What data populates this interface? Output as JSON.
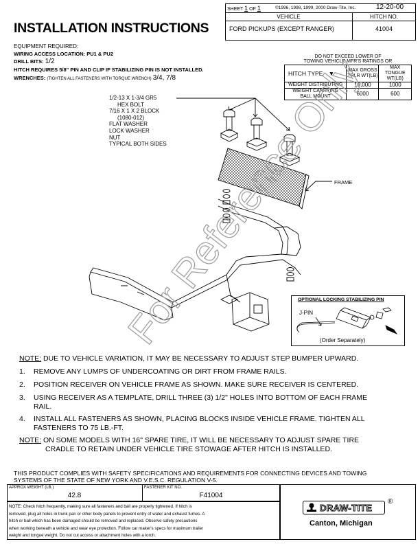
{
  "header": {
    "sheet_label": "SHEET",
    "sheet_num": "1",
    "of_label": "OF",
    "sheet_total": "1",
    "copyright": "©1996, 1998, 1999, 2000 Draw-Tite, Inc.",
    "date": "12-20-00",
    "title": "INSTALLATION INSTRUCTIONS",
    "vehicle_label": "VEHICLE",
    "vehicle_value": "FORD PICKUPS (EXCEPT RANGER)",
    "hitch_no_label": "HITCH NO.",
    "hitch_no_value": "41004"
  },
  "equipment": {
    "heading": "EQUIPMENT REQUIRED:",
    "wiring": "WIRING ACCESS LOCATION: PU1 & PU2",
    "drill_label": "DRILL BITS:",
    "drill_value": "1/2",
    "hitch_pin": "HITCH REQUIRES 5/8\" PIN AND CLIP IF STABILIZING PIN IS NOT INSTALLED.",
    "wrench_label": "WRENCHES:",
    "wrench_note": "(TIGHTEN ALL FASTENERS WITH TORQUE WRENCH)",
    "wrench_value": "3/4, 7/8"
  },
  "ratings": {
    "caption_1": "DO NOT EXCEED LOWER OF",
    "caption_2": "TOWING VEHICLE MFR'S RATINGS OR",
    "hitch_type_label": "HITCH TYPE",
    "col_gross_1": "MAX GROSS",
    "col_gross_2": "TRLR WT(LB)",
    "col_tongue_1": "MAX TONGUE",
    "col_tongue_2": "WT(LB)",
    "rows": [
      {
        "type_1": "WEIGHT DISTRIBUTING",
        "type_2": "",
        "gross": "10,000",
        "tongue": "1000"
      },
      {
        "type_1": "WEIGHT CARRYING",
        "type_2": "BALL MOUNT",
        "gross": "6000",
        "tongue": "600"
      }
    ]
  },
  "diagram": {
    "hardware_lines": [
      "1/2-13 X 1-3/4 GR5",
      "HEX BOLT",
      "7/16 X 1 X 2 BLOCK",
      "(1080-012)",
      "FLAT WASHER",
      "LOCK WASHER",
      "NUT",
      "TYPICAL BOTH SIDES"
    ],
    "frame_label": "FRAME",
    "watermark": "For Reference Only",
    "optional_title": "OPTIONAL LOCKING STABILIZING PIN",
    "jpin_label": "J-PIN",
    "order_separately": "(Order Separately)"
  },
  "notes": {
    "note_label": "NOTE:",
    "note_1": "DUE TO VEHICLE VARIATION, IT MAY BE NECESSARY TO ADJUST STEP BUMPER UPWARD.",
    "steps": [
      {
        "num": "1.",
        "line_1": "REMOVE ANY LUMPS OF UNDERCOATING OR DIRT FROM FRAME RAILS.",
        "line_2": ""
      },
      {
        "num": "2.",
        "line_1": "POSITION RECEIVER ON VEHICLE FRAME AS SHOWN.  MAKE SURE RECEIVER IS CENTERED.",
        "line_2": ""
      },
      {
        "num": "3.",
        "line_1": "USING RECEIVER AS A TEMPLATE, DRILL THREE (3) 1/2\" HOLES INTO BOTTOM OF EACH FRAME",
        "line_2": "RAIL."
      },
      {
        "num": "4.",
        "line_1": "INSTALL ALL FASTENERS AS SHOWN, PLACING BLOCKS INSIDE VEHICLE FRAME.  TIGHTEN ALL",
        "line_2": "FASTENERS TO 75 LB.-FT."
      }
    ],
    "note_2_line_1": "ON SOME MODELS WITH 16\" SPARE TIRE, IT WILL BE NECESSARY TO ADJUST SPARE TIRE",
    "note_2_line_2": "CRADLE TO RETAIN UNDER VEHICLE TIRE STOWAGE AFTER HITCH IS INSTALLED."
  },
  "footer": {
    "compliance_1": "THIS PRODUCT COMPLIES WITH SAFETY SPECIFICATIONS AND REQUIREMENTS FOR CONNECTING DEVICES AND TOWING",
    "compliance_2": "SYSTEMS OF THE STATE OF NEW YORK AND V.E.S.C. REGULATION V-5.",
    "weight_label": "APPROX WEIGHT (LB.)",
    "weight_value": "42.8",
    "kit_label": "FASTENER KIT NO.",
    "kit_value": "F41004",
    "check_note_1": "NOTE: Check hitch frequently, making sure all fasteners and ball are properly tightened. If hitch is",
    "check_note_2": "removed, plug all holes in trunk pan or other body panels to prevent entry of water and exhaust fumes. A",
    "check_note_3": "hitch or ball which has been damaged should be removed and replaced. Observe safety precautions",
    "check_note_4": "when working beneath a vehicle and wear eye protection. Follow car maker's specs for maximum trailer",
    "check_note_5": "weight and tongue weight. Do not cut access or attachment holes with a torch.",
    "brand": "DRAW-TITE",
    "registered": "®",
    "location": "Canton, Michigan"
  }
}
